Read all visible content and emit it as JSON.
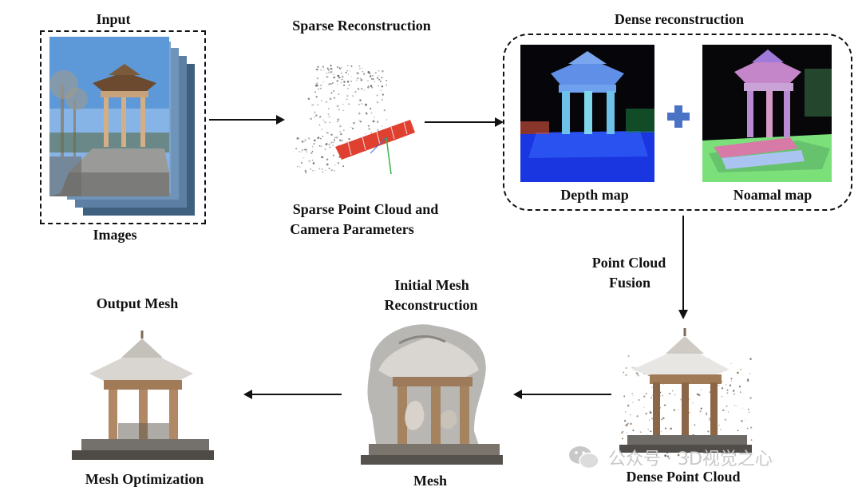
{
  "input": {
    "title": "Input",
    "caption": "Images"
  },
  "sparse": {
    "title": "Sparse Reconstruction",
    "caption_line1": "Sparse Point Cloud and",
    "caption_line2": "Camera Parameters"
  },
  "dense": {
    "title": "Dense reconstruction",
    "depth_label": "Depth  map",
    "normal_label": "Noamal map"
  },
  "fusion": {
    "label_line1": "Point Cloud",
    "label_line2": "Fusion"
  },
  "dense_cloud": {
    "caption": "Dense Point Cloud"
  },
  "initial_mesh": {
    "title_line1": "Initial Mesh",
    "title_line2": "Reconstruction",
    "caption": "Mesh"
  },
  "output": {
    "title": "Output Mesh",
    "caption": "Mesh  Optimization"
  },
  "watermark": {
    "text": "公众号 · 3D视觉之心"
  },
  "colors": {
    "plus": "#4a73c6",
    "camera": "#e04030",
    "arrow": "#111111"
  }
}
